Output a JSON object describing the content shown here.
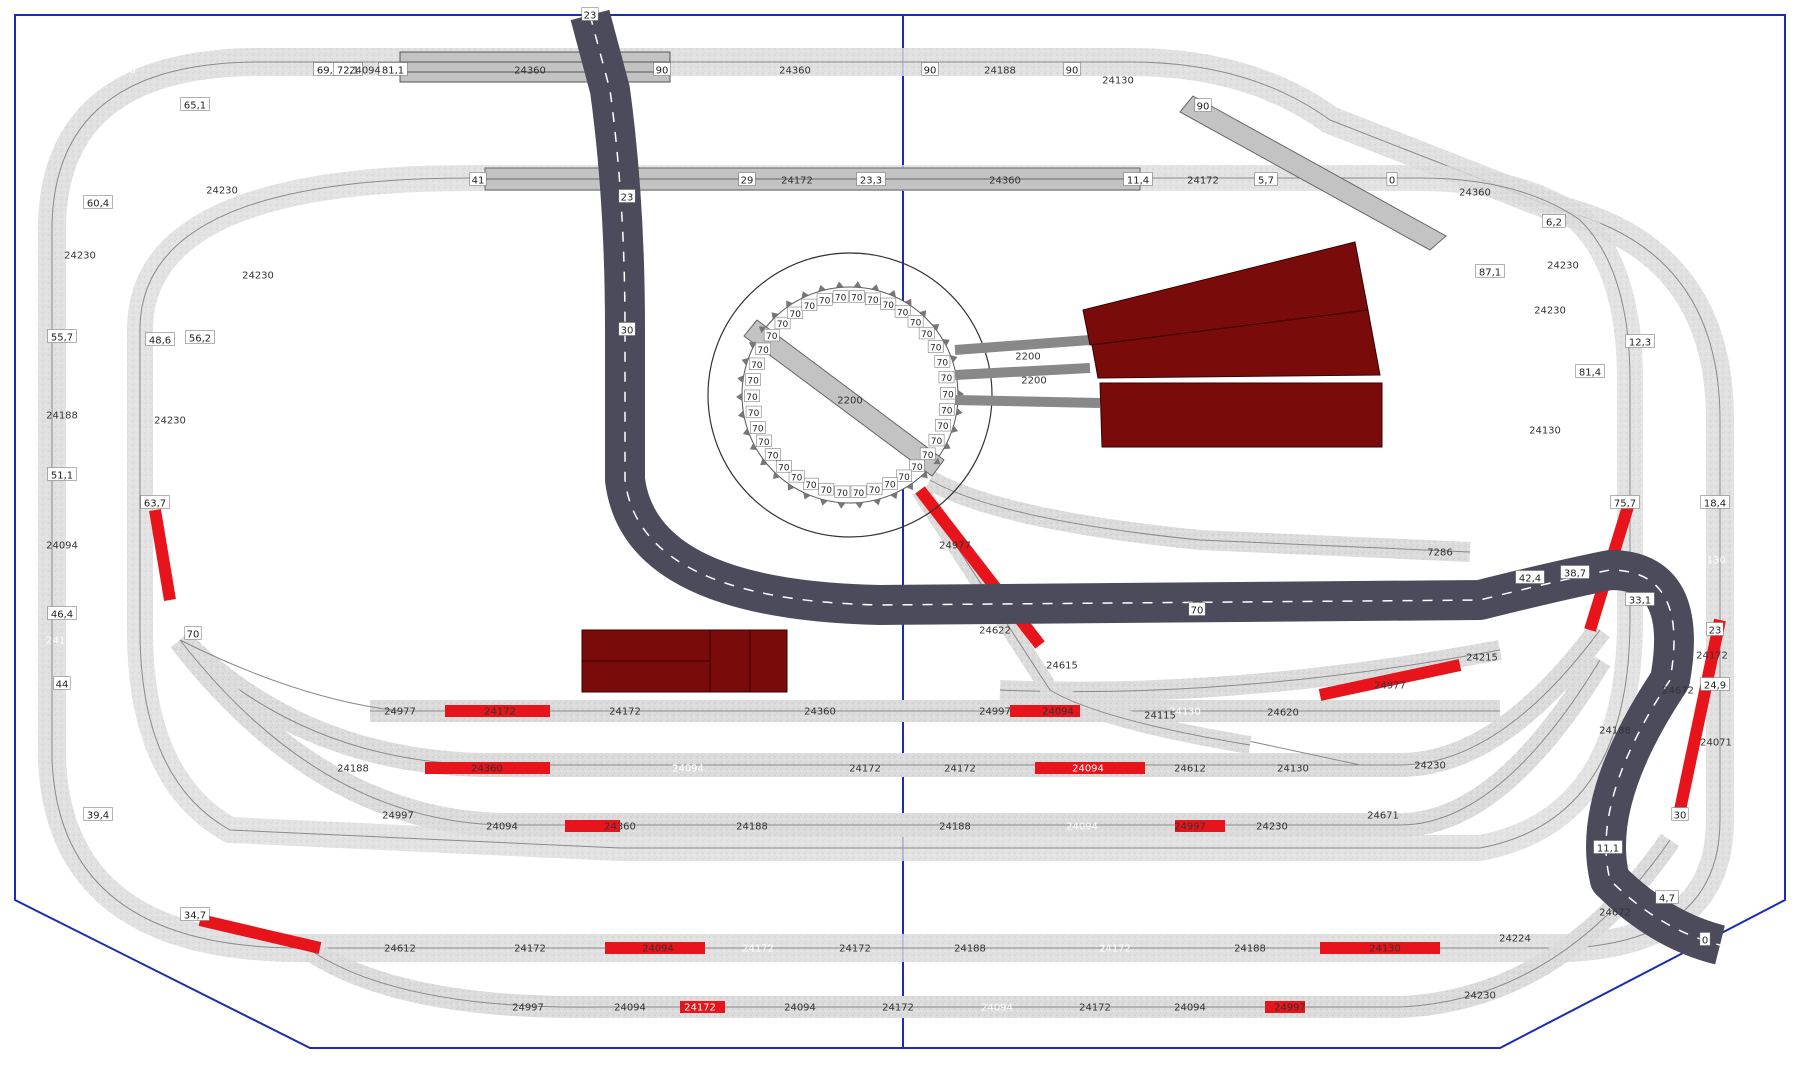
{
  "colors": {
    "board_outline": "#1a2bb5",
    "track_bed": "#d6d6d6",
    "track_rail": "#6e6e6e",
    "track_highlight": "#e8141b",
    "road": "#4b4b5c",
    "building": "#7a0b0b",
    "bridge": "#c3c3c3"
  },
  "road_labels": [
    "23",
    "23",
    "30",
    "70",
    "42,4",
    "38,7",
    "33,1",
    "11,1",
    "4,7",
    "0"
  ],
  "height_labels": [
    "69,8",
    "72,1",
    "81,1",
    "90",
    "90",
    "90",
    "90",
    "65,1",
    "60,4",
    "55,7",
    "51,1",
    "46,4",
    "44",
    "39,4",
    "34,7",
    "41",
    "29",
    "23,3",
    "11,4",
    "5,7",
    "0",
    "6,2",
    "12,3",
    "18,4",
    "23",
    "24,9",
    "30",
    "87,1",
    "81,4",
    "75,7",
    "48,6",
    "56,2",
    "63,7",
    "70"
  ],
  "part_labels": [
    "24130",
    "24094",
    "24360",
    "24360",
    "24188",
    "24130",
    "24130",
    "24188",
    "24094",
    "24130",
    "24230",
    "24230",
    "24230",
    "24230",
    "24172",
    "24360",
    "24172",
    "24360",
    "24230",
    "24230",
    "24130",
    "24130",
    "24172",
    "24071",
    "24612",
    "24172",
    "24094",
    "24172",
    "24172",
    "24188",
    "24172",
    "24188",
    "24130",
    "24224",
    "24997",
    "24094",
    "24172",
    "24094",
    "24172",
    "24094",
    "24172",
    "24094",
    "24997",
    "24230",
    "24672",
    "24977",
    "24172",
    "24172",
    "24360",
    "24997",
    "24094",
    "24130",
    "24188",
    "24360",
    "24094",
    "24172",
    "24172",
    "24094",
    "24612",
    "24130",
    "24230",
    "24997",
    "24094",
    "24360",
    "24188",
    "24188",
    "24094",
    "24997",
    "24230",
    "24671",
    "24672",
    "24188",
    "24977",
    "24215",
    "24620",
    "24115",
    "24615",
    "24622",
    "24977",
    "7286",
    "2200",
    "2200",
    "2200"
  ],
  "turntable_labels": [
    "70"
  ]
}
